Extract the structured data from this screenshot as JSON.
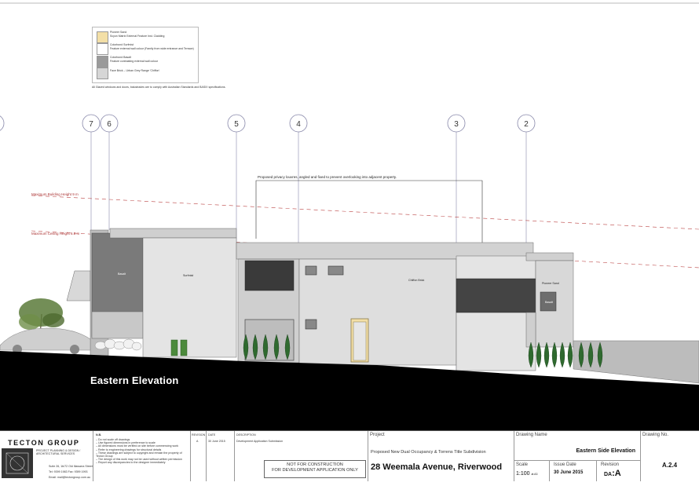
{
  "legend": {
    "items": [
      {
        "title": "Pioneer Sand",
        "desc": "Scyon Matrix External Feature Inst. Cladding",
        "color": "#f3dfa6"
      },
      {
        "title": "Colorbond Surfmist",
        "desc": "Feature external wall colour (Family from wide entrance and Terrace)",
        "color": "#ffffff"
      },
      {
        "title": "Colorbond Basalt",
        "desc": "Feature contrasting external wall colour",
        "color": "#9a9a9a"
      },
      {
        "title": "Face Brick",
        "desc": "Urban Grey Range 'Chiffon'",
        "color": "#d6d6d6"
      }
    ],
    "note": "All Glazed windows and doors, balustrades are to comply with Australian Standards and BASIX specifications."
  },
  "gridlines": [
    "7",
    "6",
    "5",
    "4",
    "3",
    "2"
  ],
  "annotations": {
    "privacy": "Proposed privacy louvres, angled and fixed to prevent overlooking into adjacent property.",
    "max_building": "Maximum Building Height 9 m",
    "max_ceiling": "Maximum Ceiling Height 6.8 m",
    "materials": [
      "Surfmist",
      "Basalt",
      "Chiffon Brick",
      "Pioneer Sand",
      "Basalt"
    ]
  },
  "elevation_title": "Eastern Elevation",
  "titleblock": {
    "company": "TECTON GROUP",
    "company_sub": "PROJECT PLANNING & DESIGN / ARCHITECTURAL SERVICES",
    "address1": "Suite 26, 1b/72 Old Illawarra Street",
    "address2": "Tel: 9399 1983    Fax: 9399 1993",
    "email": "Email: mail@tectongroup.com.au",
    "notes_title": "N.B.",
    "notes": [
      "Do not scale off drawings",
      "Use figured dimensions in preference to scale",
      "All dimensions must be verified on site before commencing work",
      "Refer to engineering drawings for structural details",
      "These drawings are subject to copyright and remain the property of Tecton Group",
      "The design of this work may not be used without written permission",
      "Report any discrepancies to the designer immediately"
    ],
    "revision_header": "REVISION",
    "date_header": "DATE",
    "desc_header": "DESCRIPTION",
    "revision": "A",
    "rev_date": "30 June 2015",
    "rev_desc": "Development Application Submission",
    "not_for_construction_1": "NOT FOR CONSTRUCTION",
    "not_for_construction_2": "FOR DEVELOPMENT APPLICATION ONLY",
    "project_label": "Project",
    "project_desc": "Proposed New Dual Occupancy & Torrens Title Subdivision",
    "project_address": "28 Weemala Avenue, Riverwood",
    "scale_label": "Scale",
    "scale_value": "1:100",
    "scale_suffix": "at A3",
    "issue_label": "Issue Date",
    "issue_value": "30 June 2015",
    "revision_label": "Revision",
    "revision_prefix": "DA",
    "revision_value": ":A",
    "drawing_name_label": "Drawing Name",
    "drawing_name": "Eastern Side Elevation",
    "drawing_no_label": "Drawing No.",
    "drawing_no": "A.2.4"
  }
}
